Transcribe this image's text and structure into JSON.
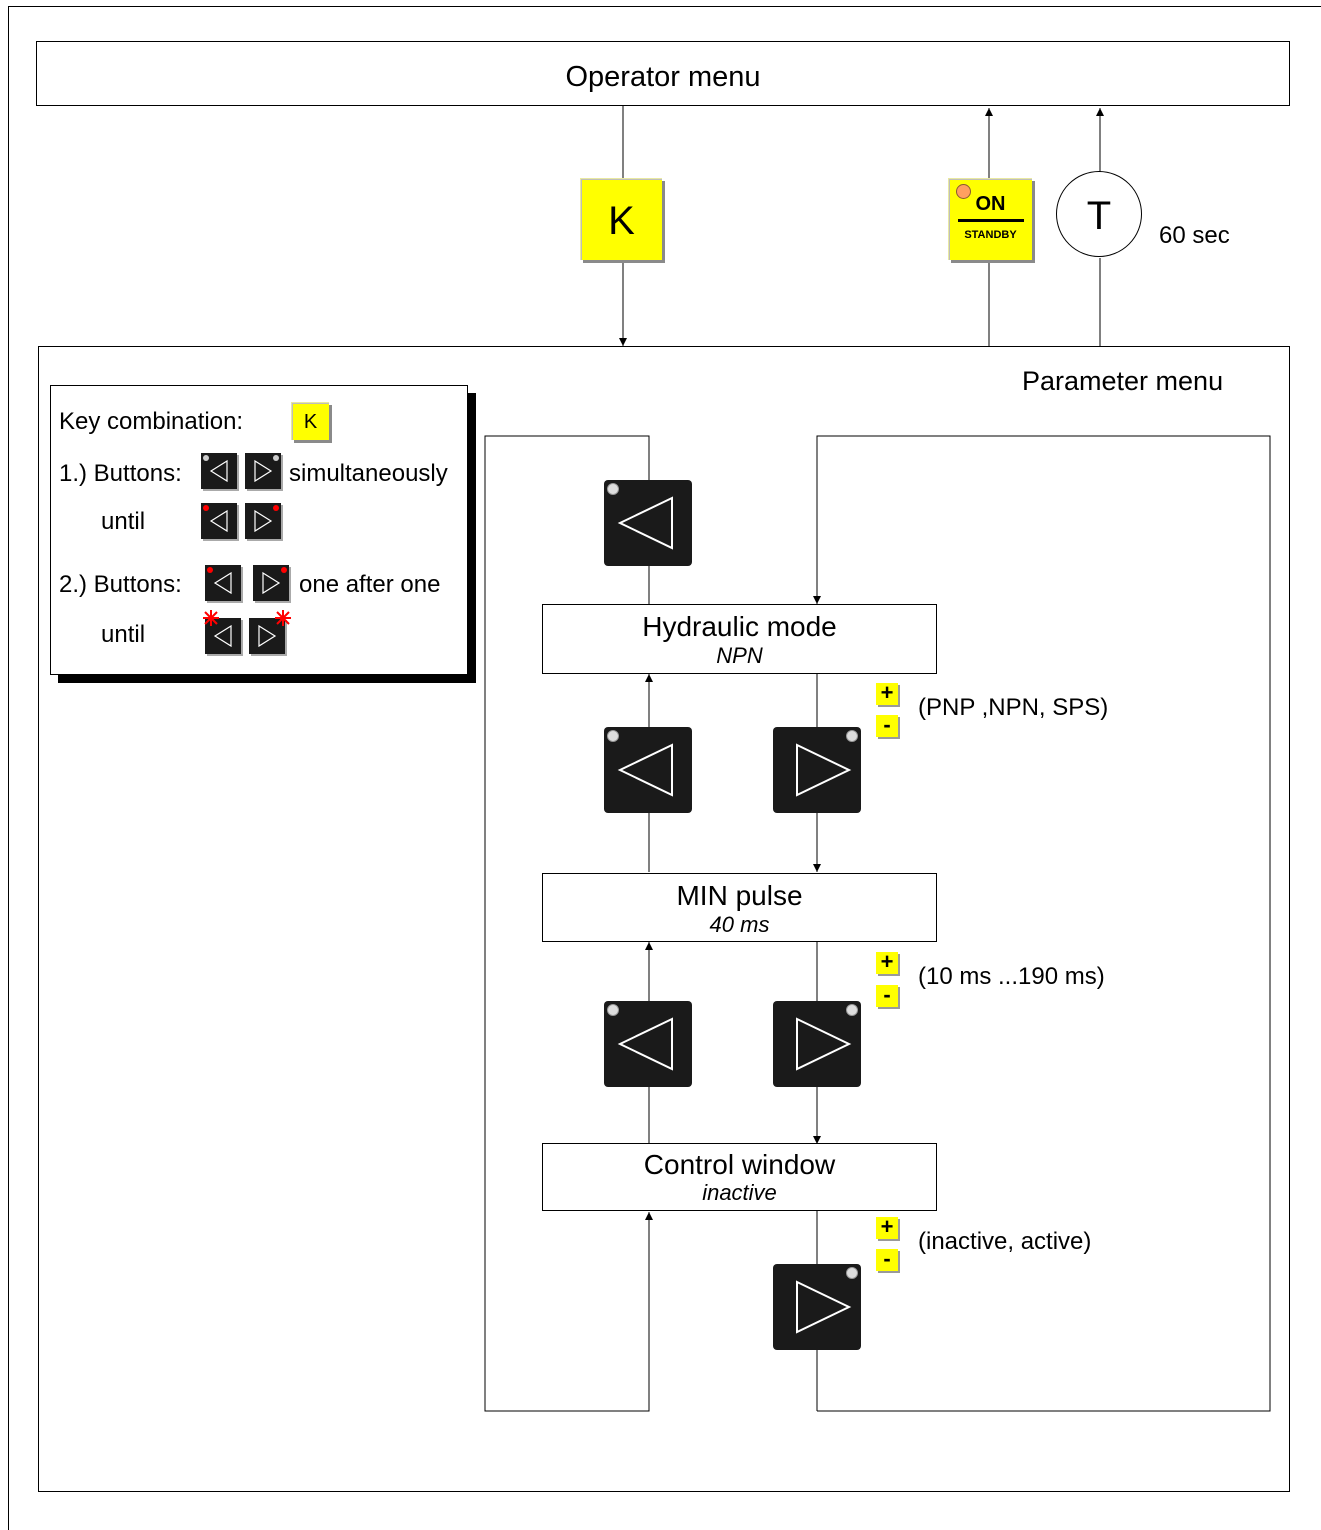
{
  "operator_menu": {
    "title": "Operator menu"
  },
  "transitions": {
    "k_key": {
      "label": "K"
    },
    "on_standby_key": {
      "on_label": "ON",
      "standby_label": "STANDBY"
    },
    "timer": {
      "symbol": "T",
      "duration": "60 sec"
    }
  },
  "parameter_menu": {
    "title": "Parameter menu"
  },
  "key_combination": {
    "title": "Key combination:",
    "key_label": "K",
    "step1_label": "1.) Buttons:",
    "step1_suffix": "simultaneously",
    "until1": "until",
    "step2_label": "2.) Buttons:",
    "step2_suffix": "one after one",
    "until2": "until"
  },
  "parameters": [
    {
      "name": "Hydraulic mode",
      "value": "NPN",
      "range": "(PNP ,NPN, SPS)"
    },
    {
      "name": "MIN pulse",
      "value": "40 ms",
      "range": "(10 ms ...190 ms)"
    },
    {
      "name": "Control window",
      "value": "inactive",
      "range": "(inactive, active)"
    }
  ],
  "adjust_keys": {
    "plus": "+",
    "minus": "-"
  },
  "colors": {
    "key_yellow": "#ffff00",
    "button_black": "#1a1a1a",
    "led_red": "#ff0000",
    "led_grey": "#cccccc",
    "led_orange": "#ffa060"
  }
}
